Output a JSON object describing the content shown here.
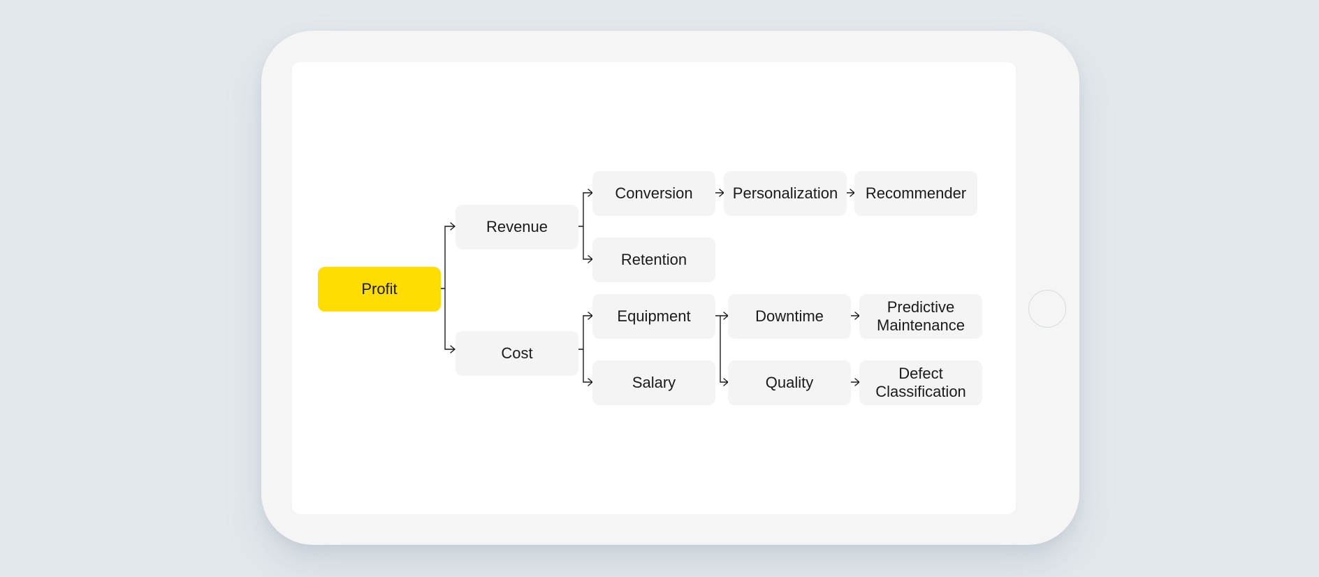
{
  "diagram": {
    "root": {
      "label": "Profit",
      "color": "#ffdd00"
    },
    "nodes": {
      "revenue": "Revenue",
      "cost": "Cost",
      "conversion": "Conversion",
      "retention": "Retention",
      "personalization": "Personalization",
      "recommender": "Recommender",
      "equipment": "Equipment",
      "salary": "Salary",
      "downtime": "Downtime",
      "quality": "Quality",
      "predictive_maintenance": "Predictive\nMaintenance",
      "defect_classification": "Defect\nClassification"
    },
    "edges": [
      [
        "Profit",
        "Revenue"
      ],
      [
        "Profit",
        "Cost"
      ],
      [
        "Revenue",
        "Conversion"
      ],
      [
        "Revenue",
        "Retention"
      ],
      [
        "Conversion",
        "Personalization"
      ],
      [
        "Personalization",
        "Recommender"
      ],
      [
        "Cost",
        "Equipment"
      ],
      [
        "Cost",
        "Salary"
      ],
      [
        "Equipment",
        "Downtime"
      ],
      [
        "Equipment",
        "Quality"
      ],
      [
        "Downtime",
        "Predictive Maintenance"
      ],
      [
        "Quality",
        "Defect Classification"
      ]
    ],
    "node_color": "#f4f4f4"
  }
}
